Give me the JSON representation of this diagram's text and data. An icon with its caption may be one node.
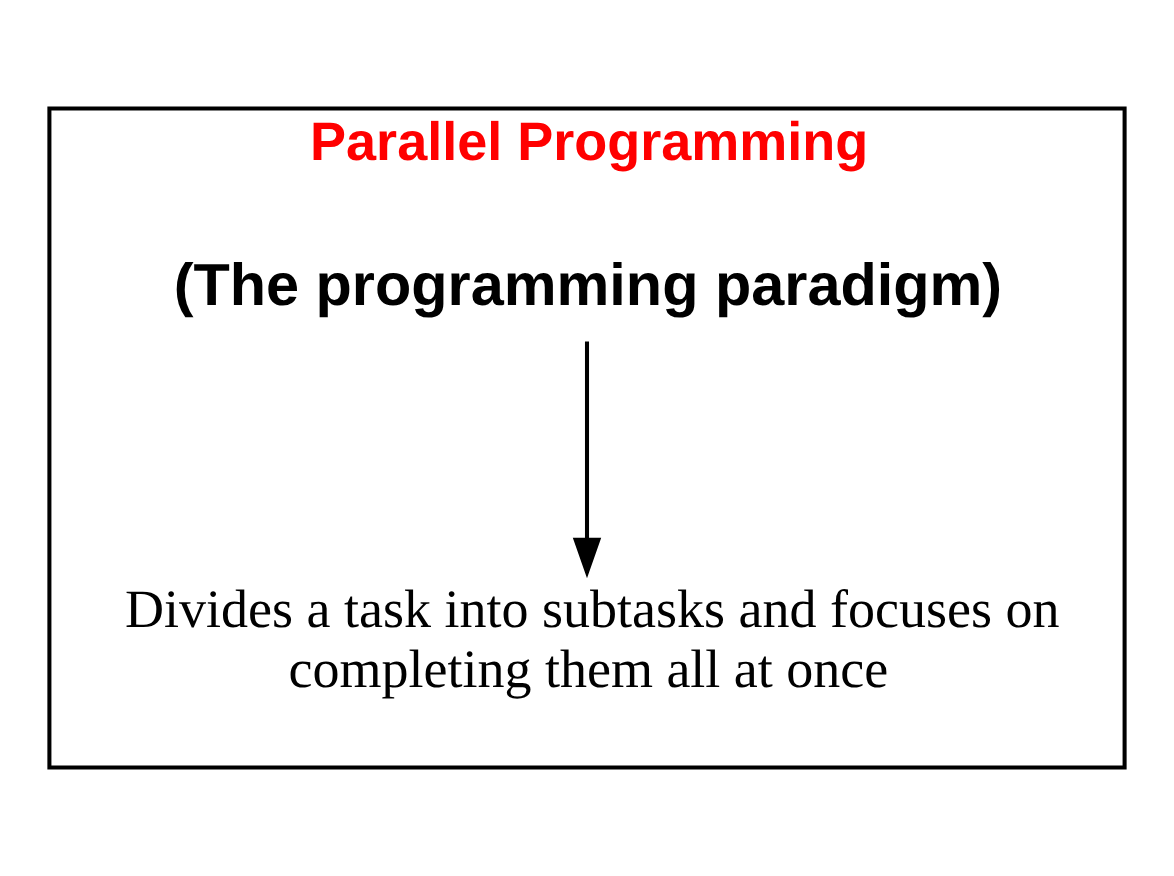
{
  "diagram": {
    "nodes": [
      {
        "text": [
          "Parallel Programming"
        ]
      },
      {
        "text": [
          "(The programming paradigm)"
        ],
        "in": 0
      },
      {
        "text": [
          "Divides a task into subtasks and focuses on completing them all at once"
        ],
        "in": 0
      }
    ],
    "edges": [
      {
        "from": 1,
        "to": 2,
        "arrow": "to"
      }
    ]
  }
}
